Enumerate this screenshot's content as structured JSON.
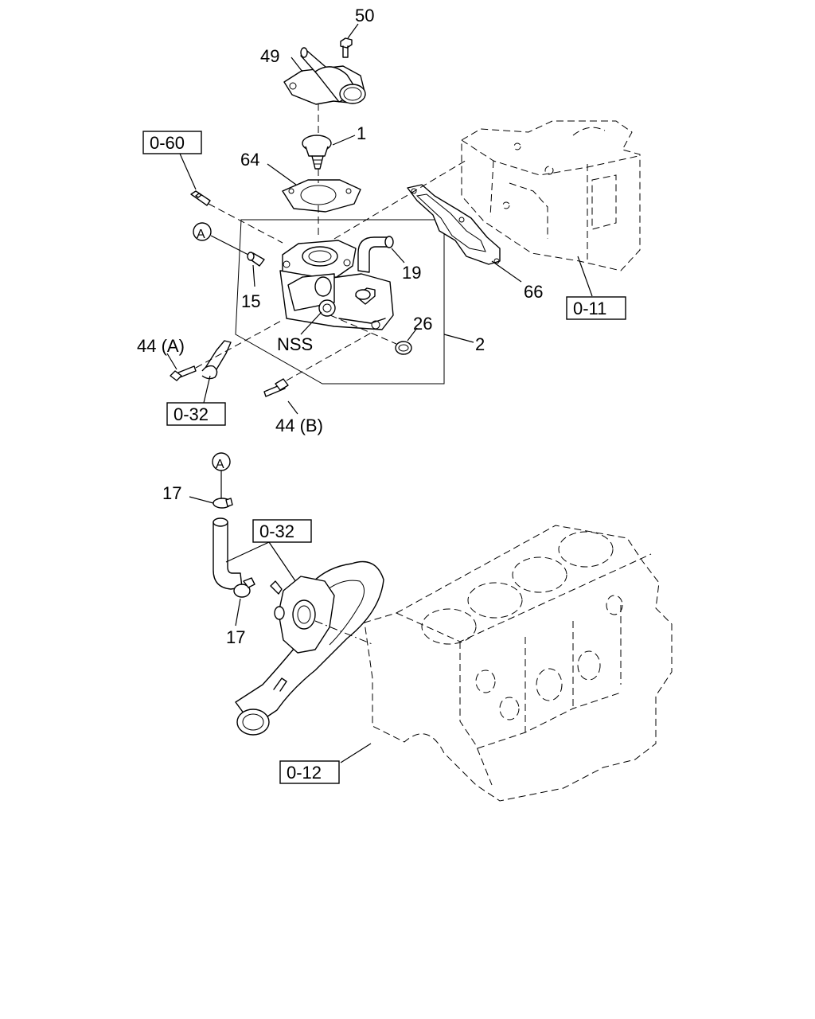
{
  "callouts": {
    "c50": "50",
    "c49": "49",
    "c1": "1",
    "c64": "64",
    "c19": "19",
    "c15": "15",
    "c66": "66",
    "cNSS": "NSS",
    "c26": "26",
    "c2": "2",
    "c44a": "44 (A)",
    "c44b": "44 (B)",
    "c17top": "17",
    "c17bot": "17"
  },
  "circle_refs": {
    "a_top": "A",
    "a_bottom": "A"
  },
  "ref_boxes": {
    "r060": "0-60",
    "r011": "0-11",
    "r032top": "0-32",
    "r032bot": "0-32",
    "r012": "0-12"
  }
}
